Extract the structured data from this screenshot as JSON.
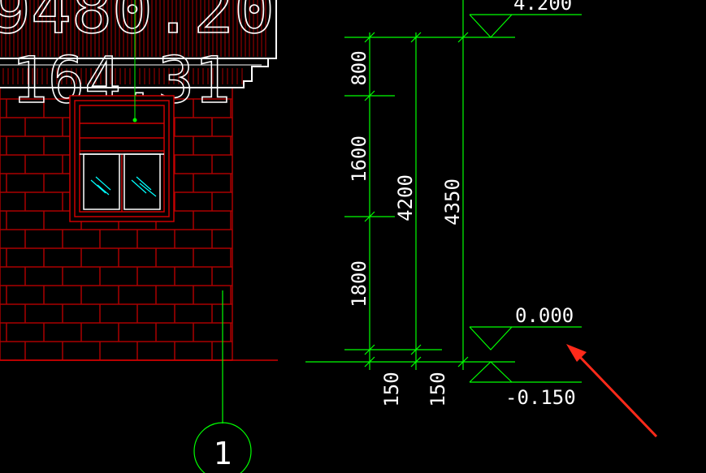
{
  "colors": {
    "background": "#000000",
    "dimension": "#00ff00",
    "brick": "#aa0000",
    "text": "#ffffff",
    "window_outline": "#cc0000",
    "glass": "#00ffff",
    "arrow": "#ff2a1a"
  },
  "big_numbers": {
    "top": "9480.20",
    "second": "164.31"
  },
  "dimensions": {
    "d800": "800",
    "d1600": "1600",
    "d1800": "1800",
    "d4200": "4200",
    "d4350": "4350",
    "base_left": "150",
    "base_right": "150"
  },
  "elevations": {
    "top": "4.200",
    "ground": "0.000",
    "below": "-0.150"
  },
  "axis": {
    "label": "1"
  },
  "icons": {
    "annotation_arrow": "arrow-icon",
    "elevation_marker": "triangle-marker-icon"
  }
}
